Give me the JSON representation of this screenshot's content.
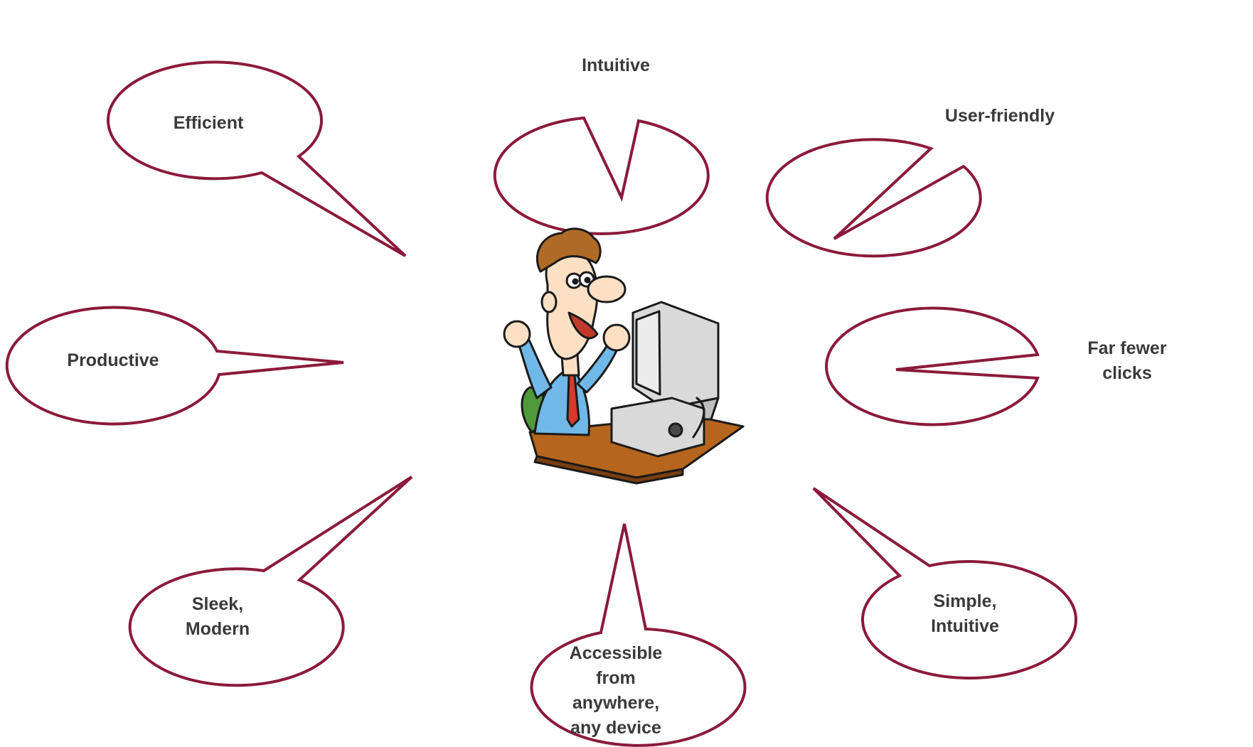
{
  "colors": {
    "bubble_stroke": "#8b1a3a",
    "text": "#3a3a3a"
  },
  "bubbles": [
    {
      "id": "efficient",
      "lines": [
        "Efficient"
      ]
    },
    {
      "id": "intuitive",
      "lines": [
        "Intuitive"
      ]
    },
    {
      "id": "user-friendly",
      "lines": [
        "User-friendly"
      ]
    },
    {
      "id": "productive",
      "lines": [
        "Productive"
      ]
    },
    {
      "id": "far-fewer-clicks",
      "lines": [
        "Far fewer",
        "clicks"
      ]
    },
    {
      "id": "sleek-modern",
      "lines": [
        "Sleek,",
        "Modern"
      ]
    },
    {
      "id": "accessible",
      "lines": [
        "Accessible",
        "from",
        "anywhere,",
        "any device"
      ]
    },
    {
      "id": "simple-intuitive",
      "lines": [
        "Simple,",
        "Intuitive"
      ]
    }
  ],
  "illustration": {
    "subject": "happy-user-at-computer"
  }
}
